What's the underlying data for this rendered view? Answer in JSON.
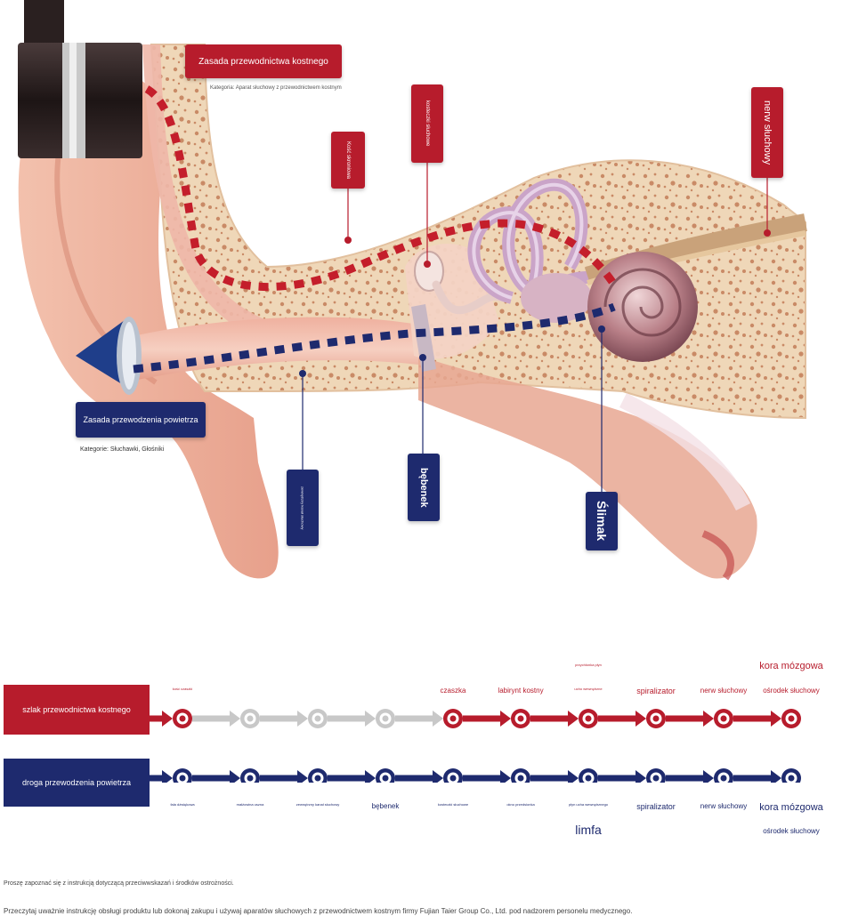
{
  "colors": {
    "bone_red": "#b71c2c",
    "air_blue": "#1e2a6e",
    "inactive_grey": "#c8c8c8"
  },
  "labels": {
    "bone_principle": "Zasada przewodnictwa kostnego",
    "bone_category": "Kategoria: Aparat słuchowy z przewodnictwem kostnym",
    "temporal_bone": "Kość skroniowa",
    "ossicles": "kosteczki słuchowe",
    "auditory_nerve": "nerw słuchowy",
    "air_principle": "Zasada przewodzenia powietrza",
    "air_category": "Kategorie: Słuchawki, Głośniki",
    "ear_canal": "zewnętrzny kanał słuchowy",
    "eardrum": "bębenek",
    "cochlea": "Ślimak"
  },
  "bone_path": {
    "title": "szlak przewodnictwa kostnego",
    "nodes": [
      {
        "label": "kość czaszki",
        "active": true
      },
      {
        "label": "",
        "active": false
      },
      {
        "label": "",
        "active": false
      },
      {
        "label": "",
        "active": false
      },
      {
        "label": "czaszka",
        "active": true
      },
      {
        "label": "labirynt kostny",
        "active": true
      },
      {
        "label": "ucho wewnętrzne",
        "active": true,
        "label_above": "przychłonka płyn"
      },
      {
        "label": "spiralizator",
        "active": true
      },
      {
        "label": "nerw słuchowy",
        "active": true
      },
      {
        "label": "ośrodek słuchowy",
        "active": true,
        "label_above": "kora mózgowa"
      }
    ]
  },
  "air_path": {
    "title": "droga przewodzenia powietrza",
    "nodes": [
      {
        "label": "fala dźwiękowa"
      },
      {
        "label": "małżowina uszna"
      },
      {
        "label": "zewnętrzny kanał słuchowy"
      },
      {
        "label": "bębenek"
      },
      {
        "label": "kosteczki słuchowe"
      },
      {
        "label": "okno przedsionka"
      },
      {
        "label": "płyn ucha wewnętrznego",
        "label_below": "limfa"
      },
      {
        "label": "spiralizator"
      },
      {
        "label": "nerw słuchowy"
      },
      {
        "label": "kora mózgowa",
        "label_below": "ośrodek słuchowy"
      }
    ]
  },
  "footer": {
    "note1": "Proszę zapoznać się z instrukcją dotyczącą przeciwwskazań i środków ostrożności.",
    "note2": "Przeczytaj uważnie instrukcję obsługi produktu lub dokonaj zakupu i używaj aparatów słuchowych z przewodnictwem kostnym firmy Fujian Taier Group Co., Ltd. pod nadzorem personelu medycznego."
  }
}
